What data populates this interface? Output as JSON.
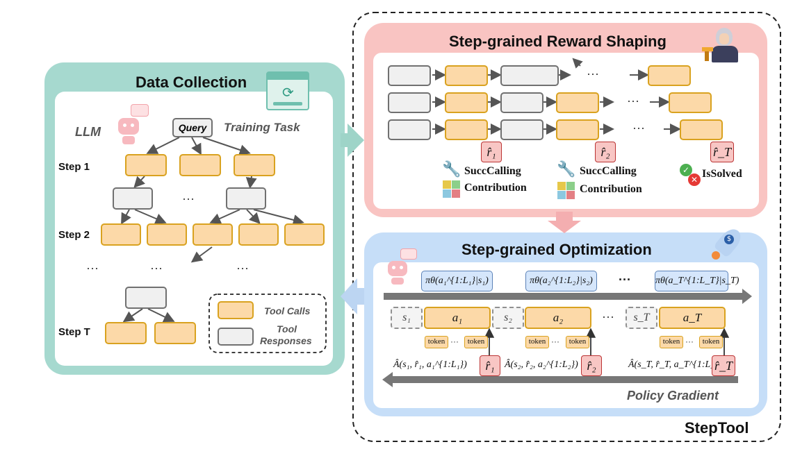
{
  "data_collection": {
    "title": "Data Collection",
    "llm_label": "LLM",
    "query_label": "Query",
    "training_task_label": "Training Task",
    "step_labels": [
      "Step 1",
      "Step 2",
      "Step T"
    ],
    "ellipsis": "···",
    "legend": {
      "tool_calls": "Tool Calls",
      "tool_responses_1": "Tool",
      "tool_responses_2": "Responses"
    }
  },
  "reward_shaping": {
    "title": "Step-grained Reward Shaping",
    "ellipsis": "···",
    "rewards": [
      "r̂₁",
      "r̂₂",
      "r̂_T"
    ],
    "reward_labels": {
      "succ_calling": "SuccCalling",
      "contribution": "Contribution",
      "is_solved": "IsSolved"
    }
  },
  "optimization": {
    "title": "Step-grained Optimization",
    "policies": [
      "πθ(a₁^{1:L₁}|s₁)",
      "πθ(a₂^{1:L₂}|s₂)",
      "πθ(a_T^{1:L_T}|s_T)"
    ],
    "states": [
      "s₁",
      "s₂",
      "s_T"
    ],
    "actions": [
      "a₁",
      "a₂",
      "a_T"
    ],
    "token_label": "token",
    "advantages": [
      "Â(s₁, r̂₁, a₁^{1:L₁})",
      "Â(s₂, r̂₂, a₂^{1:L₂})",
      "Â(s_T, r̂_T, a_T^{1:L_T})"
    ],
    "rewards": [
      "r̂₁",
      "r̂₂",
      "r̂_T"
    ],
    "ellipsis": "···",
    "policy_gradient_label": "Policy Gradient"
  },
  "framework_name": "StepTool",
  "colors": {
    "teal": "#a6d9cf",
    "pink": "#f9c4c2",
    "blue": "#c6def8",
    "orange_fill": "#fcd9a8",
    "orange_border": "#d9a21f",
    "gray_fill": "#f0f0f0"
  }
}
